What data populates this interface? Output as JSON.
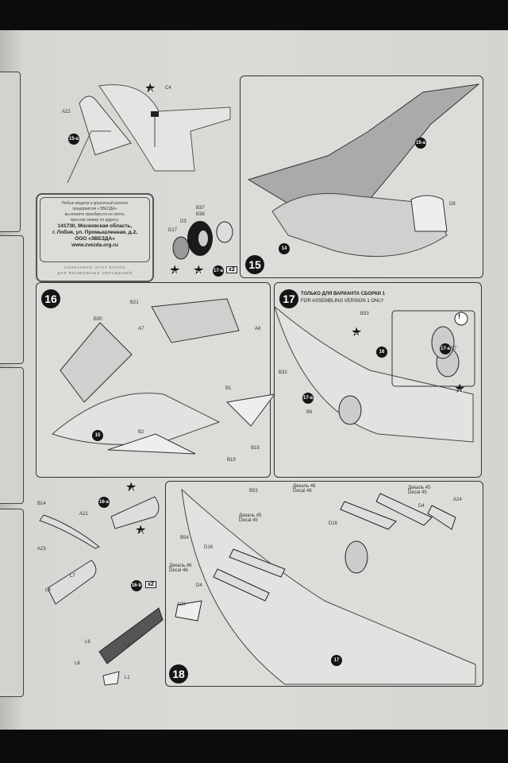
{
  "coupon": {
    "line1": "Любые модели и красочный каталог",
    "line2": "предприятия «ЗВЕЗДА»",
    "line3": "вы можете приобрести по почте,",
    "line4": "прислав заявку по адресу:",
    "address1": "141730, Московская область,",
    "address2": "г. Лобня, ул. Промышленная, д.2,",
    "address3": "ООО «ЗВЕЗДА»",
    "website": "www.zvezda.org.ru",
    "footer1": "СОХРАНИТЕ ЭТОТ КУПОН",
    "footer2": "ДЛЯ ВОЗМОЖНЫХ ОБРАЩЕНИЙ"
  },
  "step15a": {
    "badge": "15-a",
    "parts": [
      "A22",
      "C4"
    ],
    "star": "5"
  },
  "wheels": {
    "parts": [
      "B37",
      "B38",
      "D3",
      "D17"
    ],
    "stars": [
      "35",
      "20"
    ],
    "badge": "17-a",
    "multiplier": "x2"
  },
  "step15": {
    "number": "15",
    "badge": "15-a",
    "parts": [
      "D8",
      "14"
    ]
  },
  "step16": {
    "number": "16",
    "parts": [
      "B21",
      "B30",
      "A7",
      "A8",
      "B1",
      "B2",
      "15",
      "B18",
      "B19"
    ]
  },
  "step17": {
    "number": "17",
    "title_ru": "ТОЛЬКО ДЛЯ ВАРИАНТА СБОРКИ 1",
    "title_en": "FOR ASSEMBLING VERSION 1 ONLY",
    "parts": [
      "B33",
      "B32",
      "16",
      "B6",
      "B7"
    ],
    "stars": [
      "23",
      "23"
    ],
    "badges": [
      "17-a",
      "17-a"
    ],
    "warning": "!"
  },
  "step16a": {
    "badges": [
      "16-a",
      "16-b"
    ],
    "parts": [
      "B14",
      "A21",
      "A23",
      "L7",
      "L8",
      "L6",
      "L8",
      "L1",
      "L1"
    ],
    "stars": [
      "8",
      "5"
    ],
    "multiplier": "x2"
  },
  "step18": {
    "number": "18",
    "parts": [
      "B53",
      "B54",
      "D16",
      "D16",
      "D4",
      "D4",
      "A24",
      "A20",
      "17"
    ],
    "decals": [
      {
        "ru": "Декаль 46",
        "en": "Decal 46"
      },
      {
        "ru": "Декаль 45",
        "en": "Decal 45"
      },
      {
        "ru": "Декаль 45",
        "en": "Decal 45"
      },
      {
        "ru": "Декаль 46",
        "en": "Decal 46"
      }
    ]
  }
}
